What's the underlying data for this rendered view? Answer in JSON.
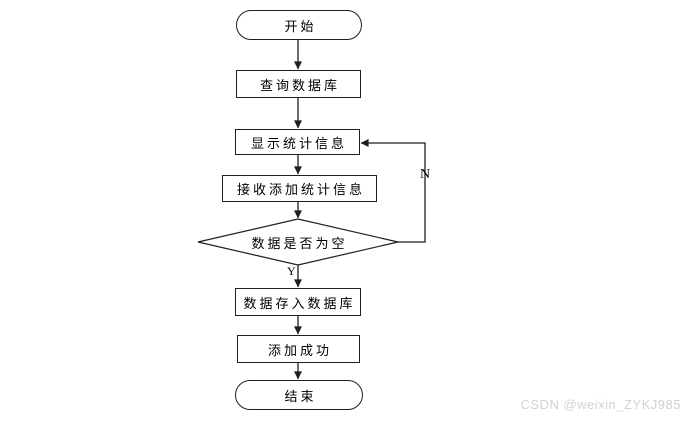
{
  "diagram": {
    "title": "add-statistics-flowchart",
    "nodes": {
      "start": {
        "label": "开始"
      },
      "query": {
        "label": "查询数据库"
      },
      "display": {
        "label": "显示统计信息"
      },
      "receive": {
        "label": "接收添加统计信息"
      },
      "decision": {
        "label": "数据是否为空"
      },
      "store": {
        "label": "数据存入数据库"
      },
      "success": {
        "label": "添加成功"
      },
      "end": {
        "label": "结束"
      }
    },
    "edge_labels": {
      "no": "N",
      "yes": "Y"
    },
    "colors": {
      "stroke": "#1f1f1f",
      "text": "#000000",
      "background": "#ffffff",
      "watermark": "#d2d2d2"
    }
  },
  "watermark": {
    "text": "CSDN @weixin_ZYKJ985"
  }
}
